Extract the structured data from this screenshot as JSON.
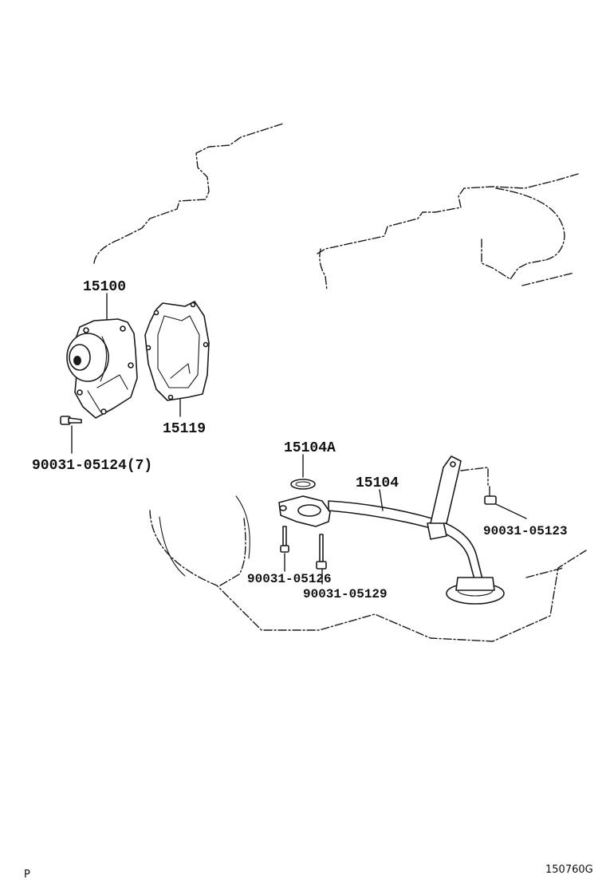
{
  "parts": {
    "water_pump": "15100",
    "gasket": "15119",
    "pump_bolt": "90031-05124(7)",
    "oring": "15104A",
    "oil_strainer": "15104",
    "bolt_a": "90031-05123",
    "bolt_b": "90031-05126",
    "bolt_c": "90031-05129"
  },
  "footer": {
    "left_mark": "P",
    "illustration_id": "150760G"
  }
}
